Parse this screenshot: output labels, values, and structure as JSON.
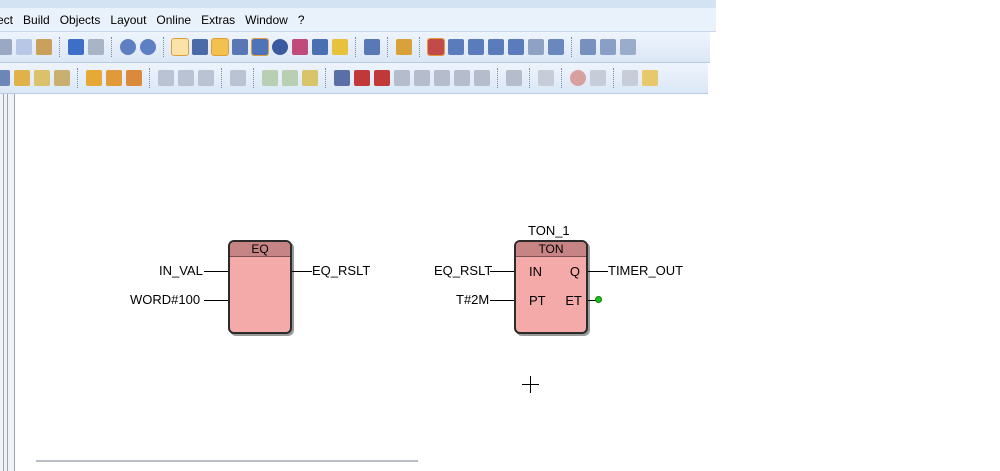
{
  "menubar": {
    "items": [
      "ect",
      "Build",
      "Objects",
      "Layout",
      "Online",
      "Extras",
      "Window",
      "?"
    ]
  },
  "toolbar1": {
    "icons": [
      "cut-icon",
      "copy-icon",
      "paste-icon",
      "undo-icon",
      "redo-icon",
      "zoom-in-icon",
      "zoom-out-icon",
      "view-fbd-icon",
      "view-list-icon",
      "edit-icon",
      "view-grid-icon",
      "view-window-icon",
      "connect-icon",
      "cross-icon",
      "table-icon",
      "note-icon",
      "page-icon",
      "watch-icon",
      "block-icon",
      "io-icon",
      "variable-icon",
      "contact-icon",
      "coil-icon",
      "window-icon",
      "monitor-icon",
      "download-icon",
      "book-icon",
      "compile-icon"
    ]
  },
  "toolbar2": {
    "icons": [
      "arrow-icon",
      "folder-open-icon",
      "folder-up-icon",
      "fb-insert-icon",
      "fb-replace-icon",
      "fb-delete-icon",
      "jump-icon",
      "return-icon",
      "label-icon",
      "comment-icon",
      "var-in-icon",
      "var-out-icon",
      "db-icon",
      "contact-no-icon",
      "contact-nc-icon",
      "contact-p-icon",
      "contact-n-icon",
      "coil-icon",
      "coil-set-icon",
      "coil-reset-icon",
      "rung-icon",
      "branch-icon",
      "stop-icon",
      "run-icon",
      "step-icon"
    ]
  },
  "diagram": {
    "eq_block": {
      "title": "EQ",
      "inputs": [
        "IN_VAL",
        "WORD#100"
      ],
      "output": "EQ_RSLT"
    },
    "ton_block": {
      "instance": "TON_1",
      "title": "TON",
      "pins_left": [
        "IN",
        "PT"
      ],
      "pins_right": [
        "Q",
        "ET"
      ],
      "inputs": [
        "EQ_RSLT",
        "T#2M"
      ],
      "output": "TIMER_OUT"
    }
  },
  "colors": {
    "block_fill": "#f5aaaa",
    "block_header": "#c78484",
    "menubar_bg": "#e9f1fb",
    "toolbar_bg": "#dbe7f6",
    "et_pin_dot": "#19c319"
  }
}
